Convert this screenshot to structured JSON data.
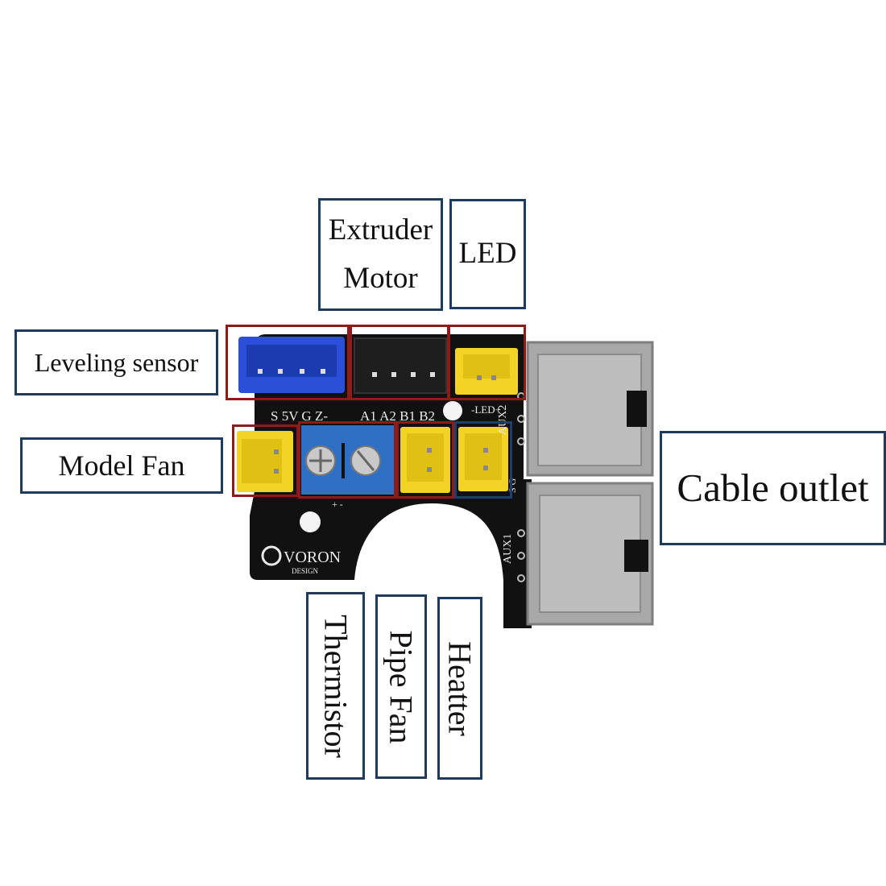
{
  "labels": {
    "extruder_motor": [
      "Extruder",
      "Motor"
    ],
    "led": "LED",
    "leveling_sensor": "Leveling sensor",
    "model_fan": "Model Fan",
    "cable_outlet": "Cable outlet",
    "thermistor": "Thermistor",
    "pipe_fan": "Pipe Fan",
    "heater": "Heatter"
  },
  "silkscreen": {
    "sensor_pins": "S 5V G Z-",
    "motor_pins": "A1 A2 B1 B2",
    "led_polarity": "-LED+",
    "aux2": "AUX2",
    "aux1": "AUX1",
    "fan_pins": "S G",
    "heater_mark": "+ -",
    "logo": "VORON",
    "logo_sub": "DESIGN"
  },
  "colors": {
    "board": "#111111",
    "connector_yellow": "#f2d326",
    "connector_blue_sensor": "#2b4fd6",
    "terminal_blue": "#2f6fc4",
    "highlight_red": "#8e1a1a",
    "label_border": "#1f3a5f"
  }
}
